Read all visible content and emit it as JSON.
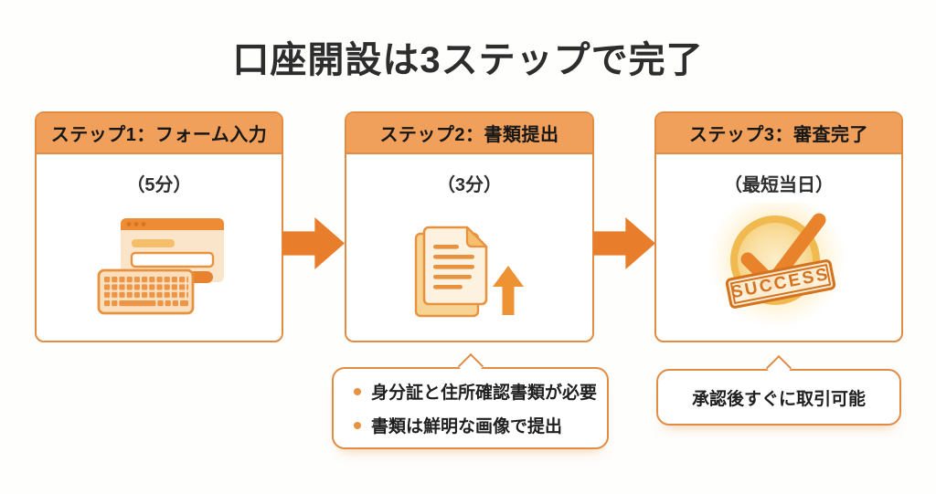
{
  "title": "口座開設は3ステップで完了",
  "steps": [
    {
      "header": "ステップ1：フォーム入力",
      "duration": "（5分）",
      "icon": "form-input-keyboard-icon"
    },
    {
      "header": "ステップ2：書類提出",
      "duration": "（3分）",
      "icon": "document-upload-icon"
    },
    {
      "header": "ステップ3：審査完了",
      "duration": "（最短当日）",
      "icon": "approval-success-icon",
      "stamp_label": "SUCCESS"
    }
  ],
  "callouts": {
    "step2": {
      "bullets": [
        "身分証と住所確認書類が必要",
        "書類は鮮明な画像で提出"
      ]
    },
    "step3": {
      "text": "承認後すぐに取引可能"
    }
  },
  "colors": {
    "accent_orange": "#E8822E",
    "flow_arrow_orange": "#E87E2B",
    "header_bg_orange": "#F0A05A",
    "border_orange": "#E18C45",
    "icon_fill_cream": "#FAE5CB",
    "stamp_orange": "#D4721E",
    "glow_yellow": "#FFD45E",
    "title_text": "#2D2D2D",
    "background": "#FEFEFC"
  }
}
